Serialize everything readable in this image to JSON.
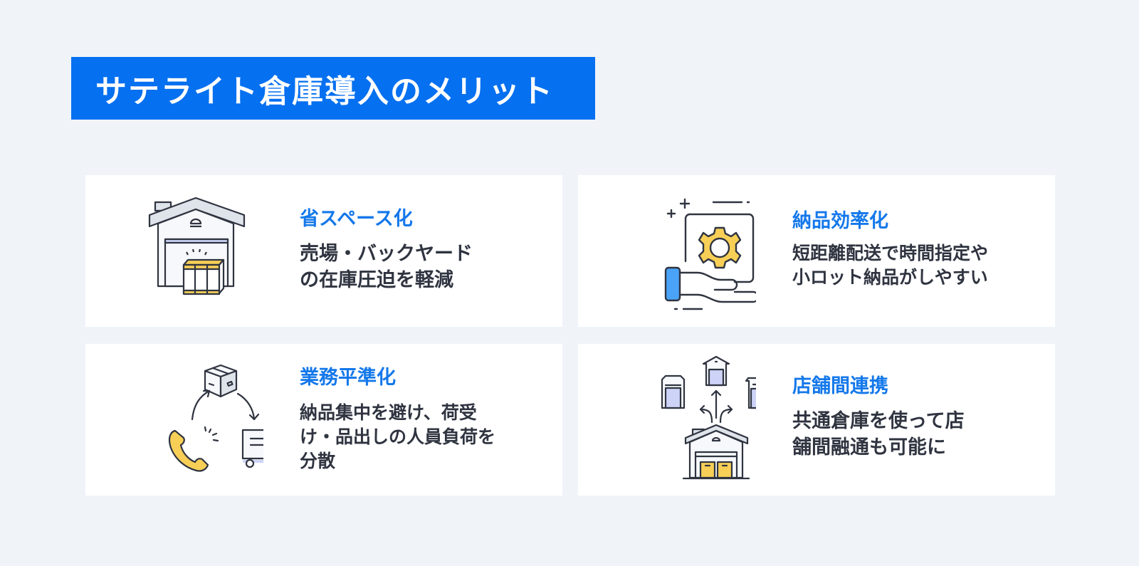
{
  "title": "サテライト倉庫導入のメリット",
  "colors": {
    "accent": "#0570f0",
    "heading": "#1478ea",
    "body_text": "#2f3440",
    "background": "#f0f4f9",
    "card": "#ffffff",
    "icon_yellow": "#f7cf57",
    "icon_blue": "#4aa3f7",
    "icon_lavender": "#ccd3f7"
  },
  "cards": [
    {
      "icon": "warehouse-box-icon",
      "heading": "省スペース化",
      "body_lines": [
        "売場・バックヤード",
        "の在庫圧迫を軽減"
      ]
    },
    {
      "icon": "hand-gear-icon",
      "heading": "納品効率化",
      "body_lines": [
        "短距離配送で時間指定や",
        "小ロット納品がしやすい"
      ]
    },
    {
      "icon": "cycle-phone-box-truck-icon",
      "heading": "業務平準化",
      "body_lines": [
        "納品集中を避け、荷受",
        "け・品出しの人員負荷を",
        "分散"
      ]
    },
    {
      "icon": "warehouse-network-icon",
      "heading": "店舗間連携",
      "body_lines": [
        "共通倉庫を使って店",
        "舗間融通も可能に"
      ]
    }
  ]
}
